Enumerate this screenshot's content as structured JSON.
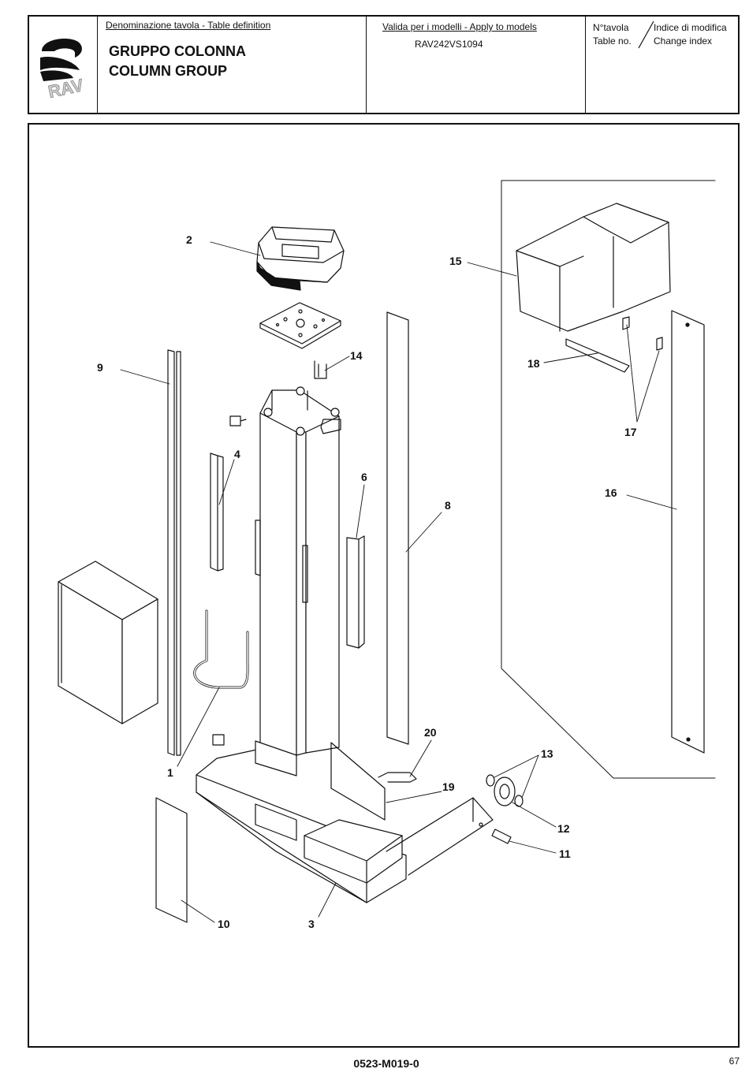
{
  "header": {
    "brand_logo": "RAV",
    "table_definition_label": "Denominazione tavola - Table definition",
    "title_it": "GRUPPO COLONNA",
    "title_en": "COLUMN GROUP",
    "models_label": "Valida per i modelli - Apply to models",
    "model_code": "RAV242VS1094",
    "table_no_label_it": "N°tavola",
    "table_no_label_en": "Table no.",
    "change_index_label_it": "Indice di modifica",
    "change_index_label_en": "Change index"
  },
  "callouts": [
    "1",
    "2",
    "3",
    "4",
    "6",
    "8",
    "9",
    "10",
    "11",
    "12",
    "13",
    "14",
    "15",
    "16",
    "17",
    "18",
    "19",
    "20"
  ],
  "footer": {
    "document_code": "0523-M019-0",
    "page_number": "67"
  }
}
